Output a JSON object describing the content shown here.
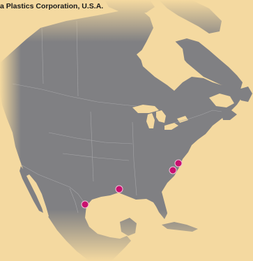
{
  "map": {
    "title": "a Plastics Corporation, U.S.A.",
    "colors": {
      "background": "#f4d9a0",
      "land": "#808083",
      "border": "#a5a5a8",
      "water": "#f4d9a0",
      "marker": "#c8106e",
      "marker_outline": "#f0c0d8"
    },
    "markers": [
      {
        "name": "site-virginia"
      },
      {
        "name": "site-north-carolina"
      },
      {
        "name": "site-louisiana"
      },
      {
        "name": "site-south-texas"
      }
    ]
  }
}
